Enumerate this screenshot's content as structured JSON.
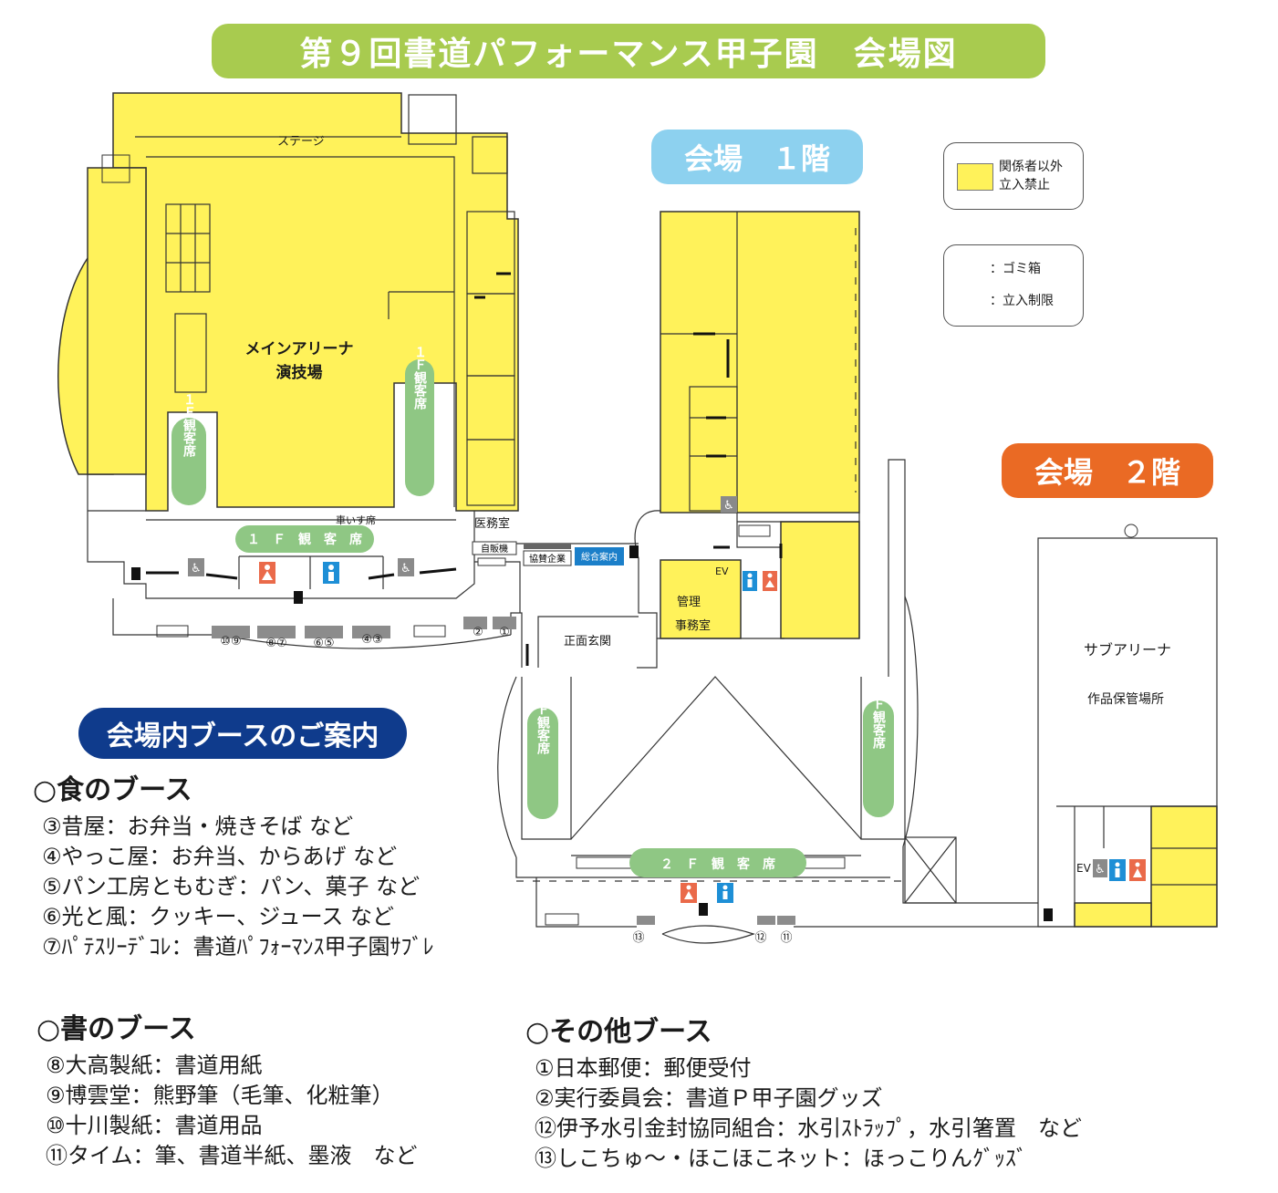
{
  "header": {
    "title": "第９回書道パフォーマンス甲子園　会場図"
  },
  "floor1": {
    "label": "会場　１階"
  },
  "floor2": {
    "label": "会場　２階"
  },
  "legend": {
    "restricted_line1": "関係者以外",
    "restricted_line2": "立入禁止",
    "trash_label": "：ゴミ箱",
    "rope_label": "：立入制限",
    "restricted_color": "#fff25a"
  },
  "map_labels": {
    "stage": "ステージ",
    "main_arena_line1": "メインアリーナ",
    "main_arena_line2": "演技場",
    "seats_1f_vertical": "１Ｆ観客席",
    "seats_1f_horizontal": "１　Ｆ　観　客　席",
    "wheelchair_seats": "車いす席",
    "medical_room": "医務室",
    "vending": "自販機",
    "sponsor": "協賛企業",
    "info_desk": "総合案内",
    "office_line1": "管理",
    "office_line2": "事務室",
    "ev": "EV",
    "front_entrance": "正面玄関",
    "seats_2f_vertical": "２Ｆ観客席",
    "seats_2f_horizontal": "２　Ｆ　観　客　席",
    "sub_arena": "サブアリーナ",
    "storage": "作品保管場所",
    "booth_numbers": [
      "⑩⑨",
      "⑧⑦",
      "⑥⑤",
      "④③",
      "②",
      "①",
      "⑬",
      "⑫",
      "⑪"
    ]
  },
  "guide": {
    "title": "会場内ブースのご案内"
  },
  "booths": {
    "food": {
      "heading": "○食のブース",
      "items": [
        "③昔屋：お弁当・焼きそば など",
        "④やっこ屋：お弁当、からあげ など",
        "⑤パン工房ともむぎ：パン、菓子 など",
        "⑥光と風：クッキー、ジュース など",
        "⑦ﾊﾟﾃｽﾘｰﾃﾞｺﾚ：書道ﾊﾟﾌｫｰﾏﾝｽ甲子園ｻﾌﾞﾚ"
      ]
    },
    "sho": {
      "heading": "○書のブース",
      "items": [
        "⑧大高製紙：書道用紙",
        "⑨博雲堂：熊野筆（毛筆、化粧筆）",
        "⑩十川製紙：書道用品",
        "⑪タイム：筆、書道半紙、墨液　など"
      ]
    },
    "other": {
      "heading": "○その他ブース",
      "items": [
        "①日本郵便：郵便受付",
        "②実行委員会：書道Ｐ甲子園グッズ",
        "⑫伊予水引金封協同組合：水引ｽﾄﾗｯﾌﾟ，水引箸置　など",
        "⑬しこちゅ～・ほこほこネット：ほっこりんｸﾞｯｽﾞ"
      ]
    }
  },
  "colors": {
    "restricted": "#fff25a",
    "seating": "#8fc784",
    "male_wc": "#1e8fd6",
    "female_wc": "#ea6a4a",
    "title_bg": "#a8cb4f",
    "floor1_bg": "#8dd1ef",
    "floor2_bg": "#ea6a24",
    "guide_bg": "#0f3b8c",
    "info_bg": "#1b7fc9"
  }
}
